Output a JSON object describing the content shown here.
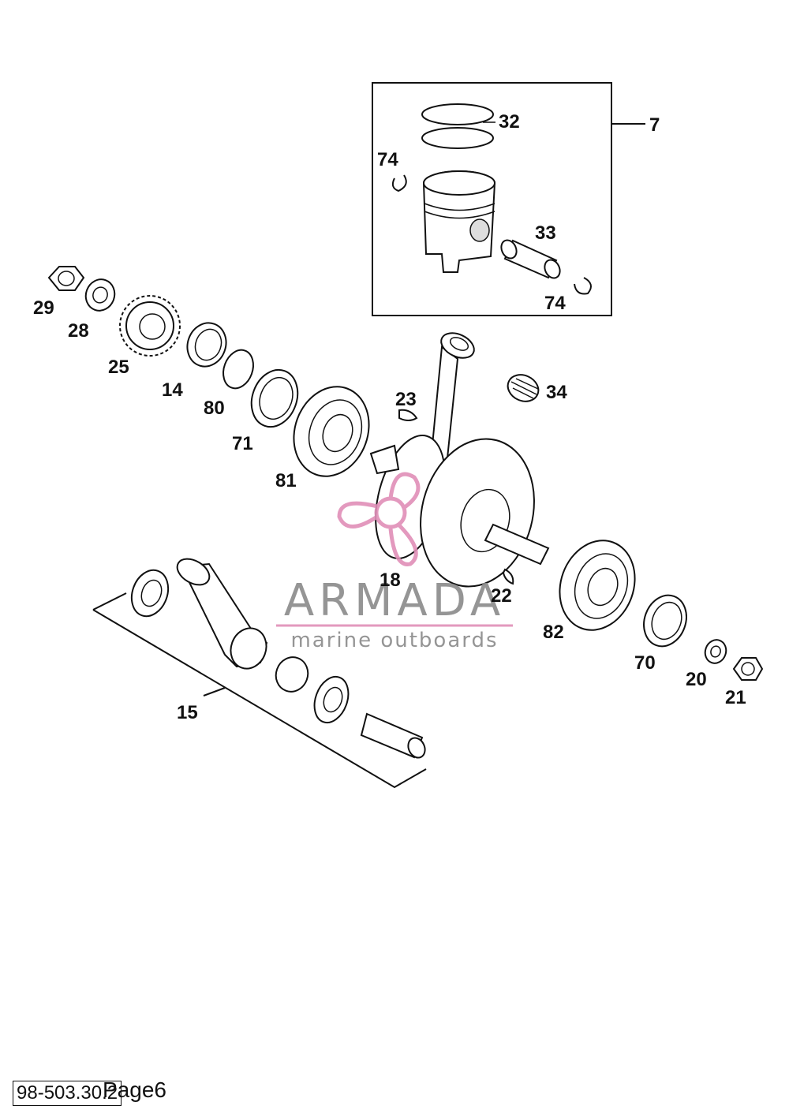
{
  "callouts": [
    {
      "id": "c7",
      "text": "7"
    },
    {
      "id": "c32",
      "text": "32"
    },
    {
      "id": "c74a",
      "text": "74"
    },
    {
      "id": "c33",
      "text": "33"
    },
    {
      "id": "c74b",
      "text": "74"
    },
    {
      "id": "c29",
      "text": "29"
    },
    {
      "id": "c28",
      "text": "28"
    },
    {
      "id": "c25",
      "text": "25"
    },
    {
      "id": "c14",
      "text": "14"
    },
    {
      "id": "c80",
      "text": "80"
    },
    {
      "id": "c71",
      "text": "71"
    },
    {
      "id": "c81",
      "text": "81"
    },
    {
      "id": "c23",
      "text": "23"
    },
    {
      "id": "c34",
      "text": "34"
    },
    {
      "id": "c18",
      "text": "18"
    },
    {
      "id": "c22",
      "text": "22"
    },
    {
      "id": "c82",
      "text": "82"
    },
    {
      "id": "c70",
      "text": "70"
    },
    {
      "id": "c20",
      "text": "20"
    },
    {
      "id": "c21",
      "text": "21"
    },
    {
      "id": "c15",
      "text": "15"
    }
  ],
  "watermark": {
    "brand": "ARMADA",
    "tagline": "marine outboards",
    "brand_color": "#e08fb8",
    "text_color": "#8a8a8a"
  },
  "footer": {
    "reference": "98-503.30.2",
    "page": "Page6"
  }
}
